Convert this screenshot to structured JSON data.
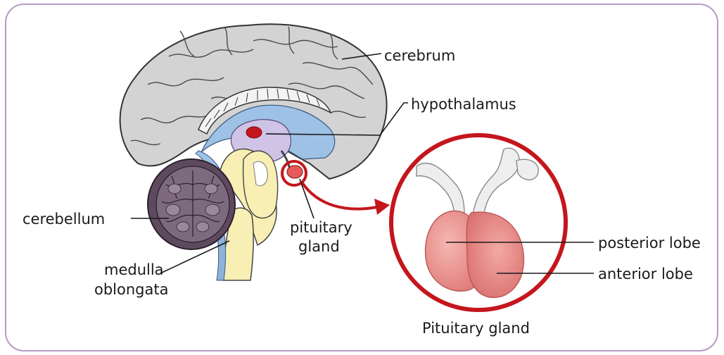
{
  "labels": {
    "cerebrum": "cerebrum",
    "hypothalamus": "hypothalamus",
    "cerebellum": "cerebellum",
    "medulla_line1": "medulla",
    "medulla_line2": "oblongata",
    "pituitary_line1": "pituitary",
    "pituitary_line2": "gland",
    "posterior_lobe": "posterior lobe",
    "anterior_lobe": "anterior lobe",
    "inset_caption": "Pituitary gland"
  },
  "colors": {
    "frame": "#b79ac4",
    "cortex": "#d2d2d2",
    "ventricle": "#9ec2e6",
    "brainstem": "#f7efb4",
    "hypothalamus": "#cfc3e6",
    "cerebellum": "#7d6a80",
    "highlight": "#c4161c",
    "gland": "#ea8f8c"
  }
}
